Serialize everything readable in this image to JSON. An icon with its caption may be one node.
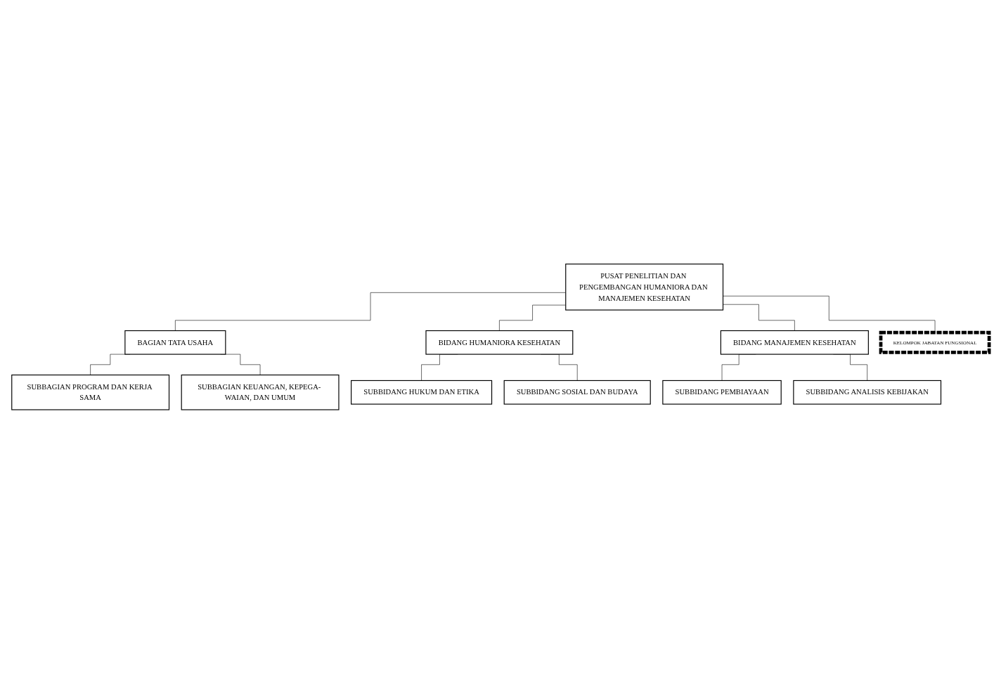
{
  "diagram": {
    "nodes": [
      {
        "text": [
          "PUSAT PENELITIAN DAN PENGEMBANGAN HUMANIORA DAN MANAJEMEN KESEHATAN"
        ]
      },
      {
        "text": [
          "BAGIAN TATA USAHA"
        ]
      },
      {
        "text": [
          "SUBBAGIAN PROGRAM DAN KERJA SAMA"
        ]
      },
      {
        "text": [
          "SUBBAGIAN KEUANGAN, KEPEGA- WAIAN, DAN UMUM"
        ]
      },
      {
        "text": [
          "BIDANG HUMANIORA KESEHATAN"
        ]
      },
      {
        "text": [
          "SUBBIDANG HUKUM DAN ETIKA"
        ]
      },
      {
        "text": [
          "SUBBIDANG SOSIAL DAN BUDAYA"
        ]
      },
      {
        "text": [
          "BIDANG MANAJEMEN KESEHATAN"
        ]
      },
      {
        "text": [
          "SUBBIDANG PEMBIAYAAN"
        ]
      },
      {
        "text": [
          "SUBBIDANG ANALISIS KEBIJAKAN"
        ]
      },
      {
        "text": [
          "KELOMPOK JABATAN FUNGSIONAL"
        ]
      }
    ],
    "edges": [
      {
        "from": 0,
        "to": 1,
        "arrow": "none"
      },
      {
        "from": 1,
        "to": 2,
        "arrow": "none"
      },
      {
        "from": 1,
        "to": 3,
        "arrow": "none"
      },
      {
        "from": 0,
        "to": 4,
        "arrow": "none"
      },
      {
        "from": 0,
        "to": 7,
        "arrow": "none"
      },
      {
        "from": 4,
        "to": 5,
        "arrow": "none"
      },
      {
        "from": 4,
        "to": 6,
        "arrow": "none"
      },
      {
        "from": 7,
        "to": 8,
        "arrow": "none"
      },
      {
        "from": 7,
        "to": 9,
        "arrow": "none"
      },
      {
        "from": 0,
        "to": 10,
        "arrow": "none"
      }
    ]
  }
}
